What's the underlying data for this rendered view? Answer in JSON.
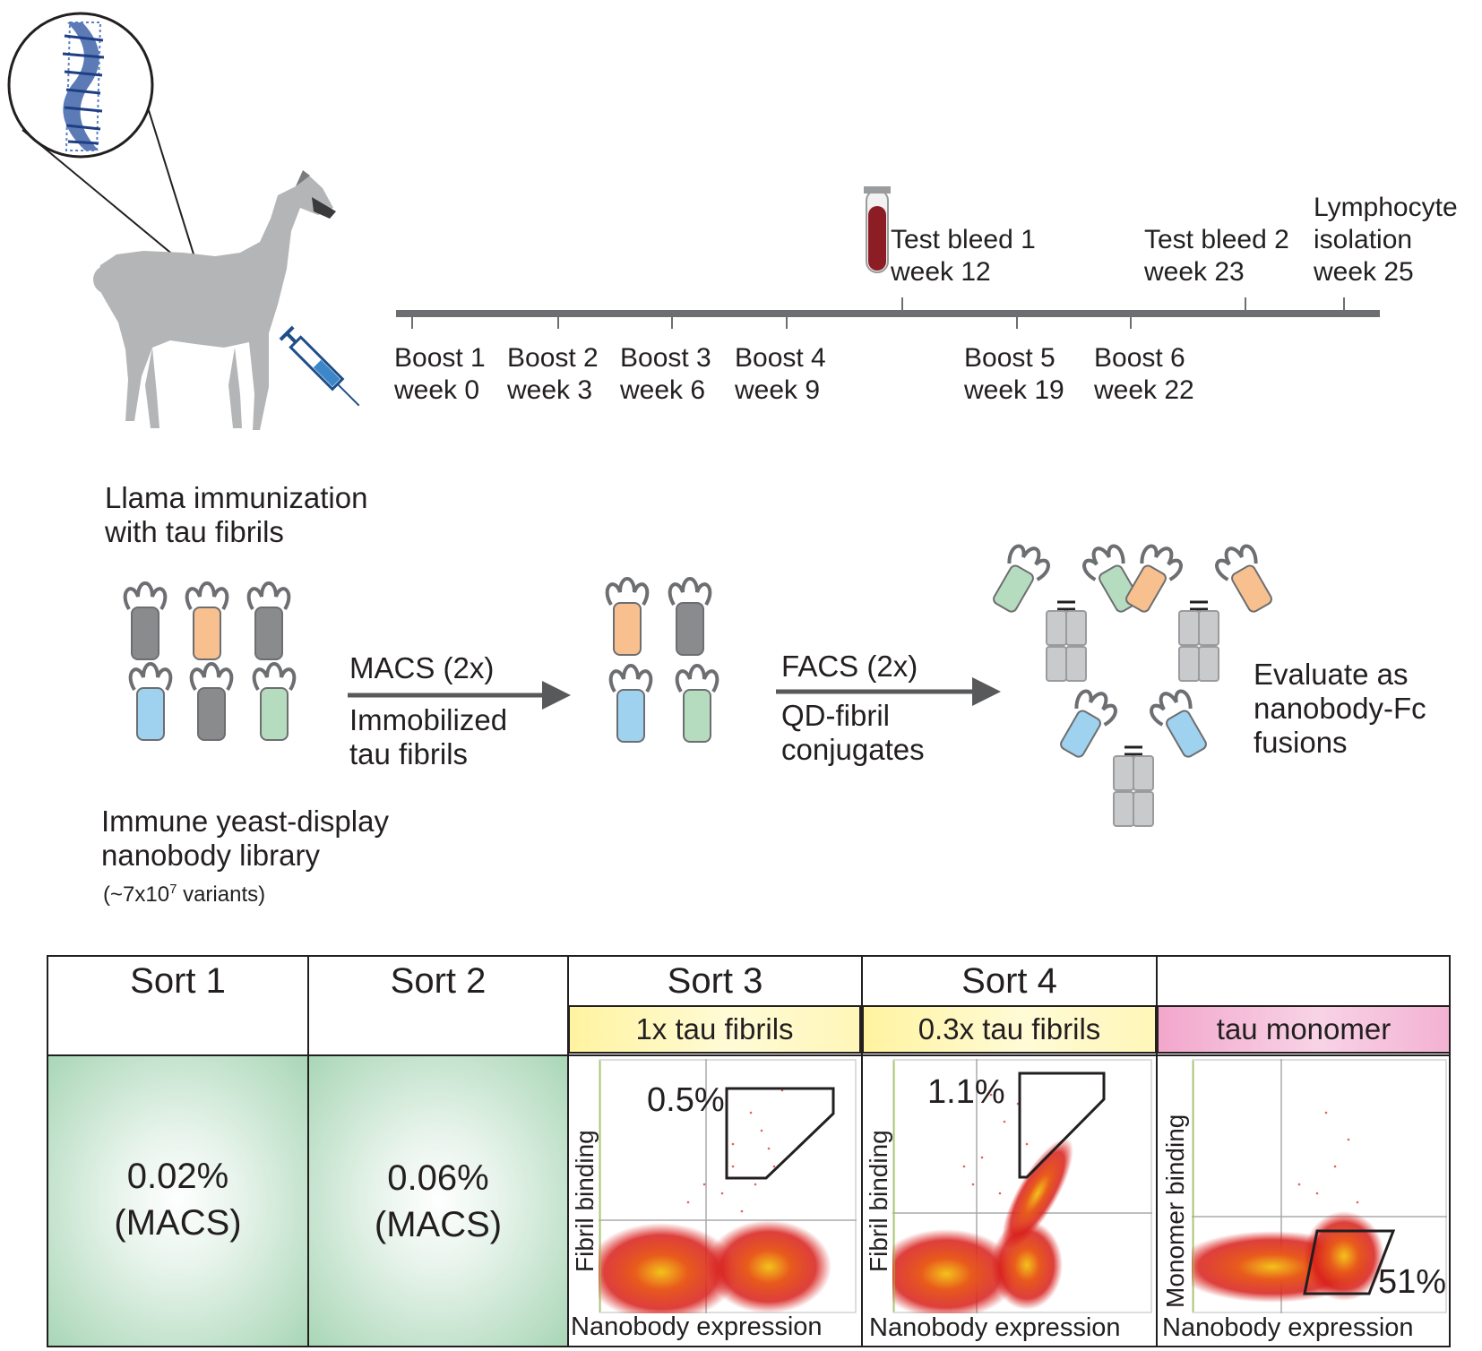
{
  "immunization": {
    "caption_line1": "Llama immunization",
    "caption_line2": "with tau fibrils",
    "events_above": [
      {
        "line1": "Test bleed 1",
        "line2": "week 12"
      },
      {
        "line1": "Test bleed 2",
        "line2": "week 23"
      },
      {
        "line1": "Lymphocyte",
        "line2": "isolation",
        "line3": "week 25"
      }
    ],
    "events_below": [
      {
        "line1": "Boost 1",
        "line2": "week 0"
      },
      {
        "line1": "Boost 2",
        "line2": "week 3"
      },
      {
        "line1": "Boost 3",
        "line2": "week 6"
      },
      {
        "line1": "Boost 4",
        "line2": "week 9"
      },
      {
        "line1": "Boost 5",
        "line2": "week 19"
      },
      {
        "line1": "Boost 6",
        "line2": "week 22"
      }
    ]
  },
  "selection": {
    "library_line1": "Immune yeast-display",
    "library_line2": "nanobody library",
    "library_size_prefix": "(~7x10",
    "library_size_exp": "7",
    "library_size_suffix": " variants)",
    "step1_top": "MACS (2x)",
    "step1_bottom_line1": "Immobilized",
    "step1_bottom_line2": "tau fibrils",
    "step2_top": "FACS (2x)",
    "step2_bottom_line1": "QD-fibril",
    "step2_bottom_line2": "conjugates",
    "evaluate_line1": "Evaluate as",
    "evaluate_line2": "nanobody-Fc",
    "evaluate_line3": "fusions"
  },
  "sorts": [
    {
      "title": "Sort 1",
      "value": "0.02%",
      "method": "(MACS)"
    },
    {
      "title": "Sort 2",
      "value": "0.06%",
      "method": "(MACS)"
    },
    {
      "title": "Sort 3",
      "condition": "1x tau fibrils",
      "gate_pct": "0.5%",
      "y_label": "Fibril binding",
      "x_label": "Nanobody expression"
    },
    {
      "title": "Sort 4",
      "condition": "0.3x tau fibrils",
      "gate_pct": "1.1%",
      "y_label": "Fibril binding",
      "x_label": "Nanobody expression"
    },
    {
      "title": "",
      "condition": "tau monomer",
      "gate_pct": "51%",
      "y_label": "Monomer binding",
      "x_label": "Nanobody expression"
    }
  ],
  "colors": {
    "gray_cell": "#8a8b8d",
    "orange_cell": "#f8c08f",
    "blue_cell": "#9fd2ee",
    "green_cell": "#b6dcbf",
    "blood": "#8c1d24",
    "arrow": "#58595b"
  }
}
